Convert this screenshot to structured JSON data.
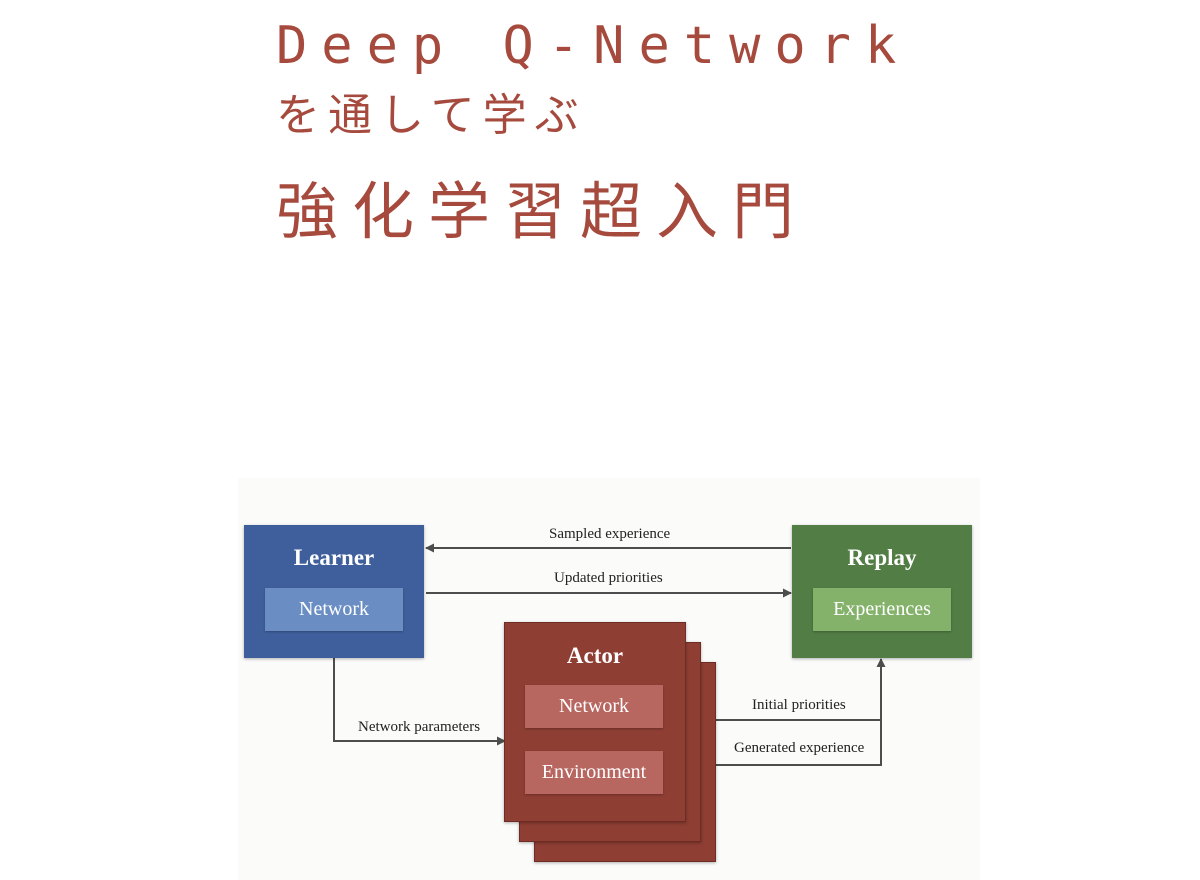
{
  "title": {
    "line1": "Deep Q-Network",
    "line2": "を通して学ぶ",
    "line3": "強化学習超入門"
  },
  "diagram": {
    "learner": {
      "title": "Learner",
      "inner": "Network"
    },
    "replay": {
      "title": "Replay",
      "inner": "Experiences"
    },
    "actor": {
      "title": "Actor",
      "inner1": "Network",
      "inner2": "Environment"
    },
    "edges": {
      "sampled": "Sampled experience",
      "updated": "Updated priorities",
      "params": "Network parameters",
      "initial": "Initial priorities",
      "generated": "Generated experience"
    },
    "colors": {
      "learner": "#3f5f9c",
      "learner_inner": "#6a8ec4",
      "replay": "#527d45",
      "replay_inner": "#84b26a",
      "actor": "#8e3e33",
      "actor_inner": "#b86660",
      "arrow": "#4d4d4d",
      "title": "#a64a3e"
    }
  }
}
